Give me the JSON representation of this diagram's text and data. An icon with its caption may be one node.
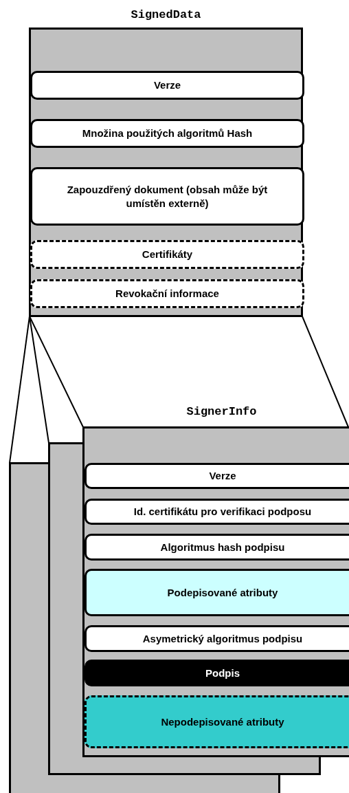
{
  "diagram": {
    "nodes": [
      {
        "text": [
          "SignedData"
        ]
      },
      {
        "text": [
          "Verze"
        ],
        "in": 0
      },
      {
        "text": [
          "Množina použitých algoritmů Hash"
        ],
        "in": 0
      },
      {
        "text": [
          "Zapouzdřený dokument (obsah může být umístěn externě)"
        ],
        "in": 0
      },
      {
        "text": [
          "Certifikáty"
        ],
        "in": 0
      },
      {
        "text": [
          "Revokační informace"
        ],
        "in": 0
      },
      {
        "text": [],
        "shape": "box"
      },
      {
        "text": [],
        "shape": "box"
      },
      {
        "text": [
          "SignerInfo"
        ]
      },
      {
        "text": [
          "Verze"
        ],
        "in": 8
      },
      {
        "text": [
          "Id. certifikátu pro verifikaci podposu"
        ],
        "in": 8
      },
      {
        "text": [
          "Algoritmus hash podpisu"
        ],
        "in": 8
      },
      {
        "text": [
          "Podepisované atributy"
        ],
        "in": 8
      },
      {
        "text": [
          "Asymetrický algoritmus podpisu"
        ],
        "in": 8
      },
      {
        "text": [
          "Podpis"
        ],
        "in": 8
      },
      {
        "text": [
          "Nepodepisované atributy"
        ],
        "in": 8
      }
    ],
    "edges": [
      {
        "from": 0,
        "to": 6,
        "arrow": "none"
      },
      {
        "from": 0,
        "to": 7,
        "arrow": "none"
      },
      {
        "from": 0,
        "to": 8,
        "arrow": "none"
      },
      {
        "from": 0,
        "to": 8,
        "arrow": "none"
      }
    ]
  }
}
